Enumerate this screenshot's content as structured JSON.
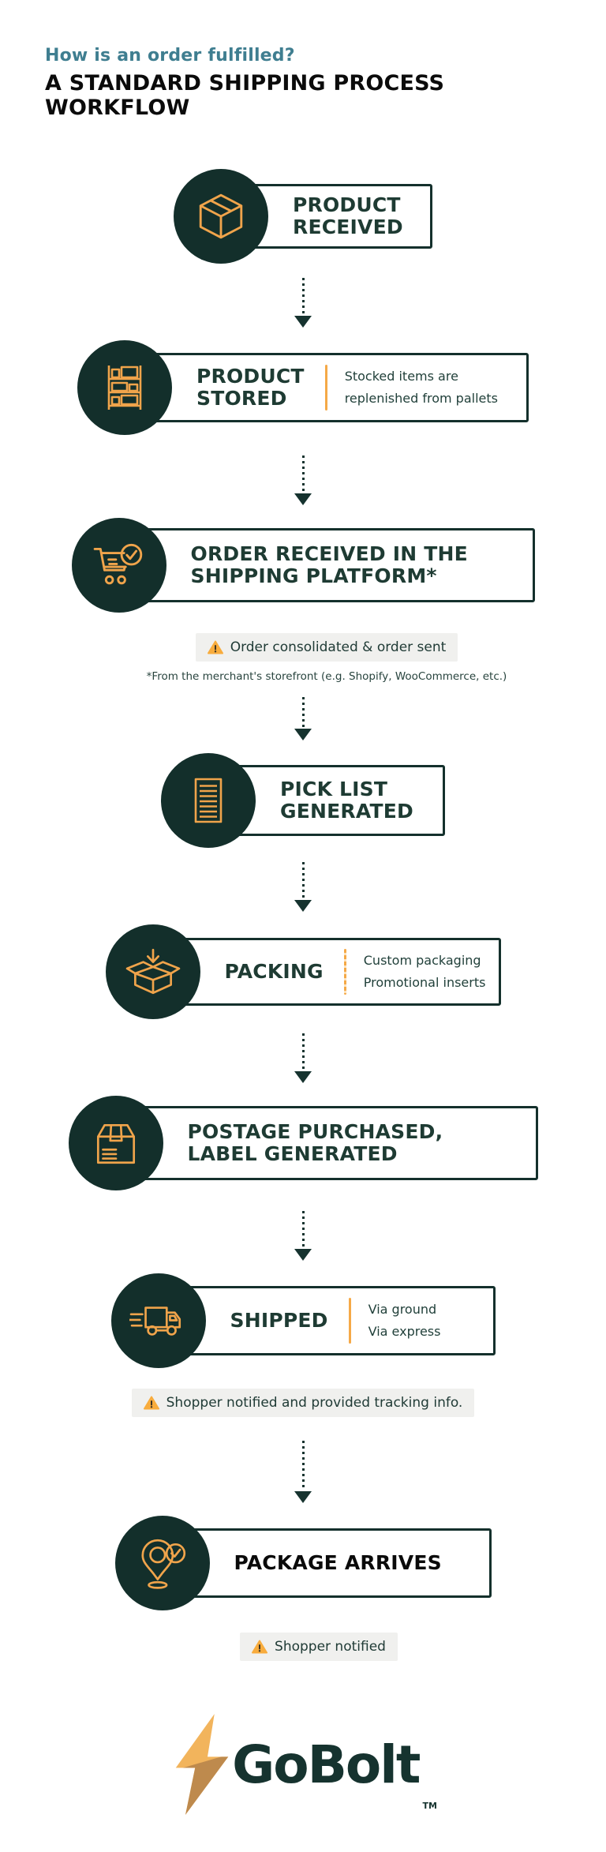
{
  "theme": {
    "dark_green": "#14302C",
    "accent_orange": "#F0A44B",
    "teal": "#3F7E90",
    "note_background": "#F0F0EE",
    "warning_yellow": "#F8AC3D"
  },
  "header": {
    "subtitle": "How is an order fulfilled?",
    "title": "A STANDARD SHIPPING PROCESS WORKFLOW"
  },
  "steps": [
    {
      "id": "product-received",
      "icon": "box-icon",
      "title_lines": [
        "PRODUCT",
        "RECEIVED"
      ]
    },
    {
      "id": "product-stored",
      "icon": "shelf-icon",
      "title_lines": [
        "PRODUCT",
        "STORED"
      ],
      "details": [
        "Stocked items are",
        "replenished from pallets"
      ]
    },
    {
      "id": "order-received-in-shipping-platform",
      "icon": "cart-check-icon",
      "title_lines": [
        "ORDER RECEIVED IN THE",
        "SHIPPING PLATFORM*"
      ],
      "note_icon": "warning-icon",
      "note": "Order consolidated & order sent",
      "footnote": "*From the merchant's storefront (e.g. Shopify, WooCommerce, etc.)"
    },
    {
      "id": "pick-list-generated",
      "icon": "pick-list-icon",
      "title_lines": [
        "PICK LIST",
        "GENERATED"
      ]
    },
    {
      "id": "packing",
      "icon": "open-box-icon",
      "title_lines": [
        "PACKING"
      ],
      "details": [
        "Custom packaging",
        "Promotional inserts"
      ]
    },
    {
      "id": "postage-purchased-label-generated",
      "icon": "parcel-icon",
      "title_lines": [
        "POSTAGE PURCHASED,",
        "LABEL GENERATED"
      ]
    },
    {
      "id": "shipped",
      "icon": "truck-icon",
      "title_lines": [
        "SHIPPED"
      ],
      "details": [
        "Via ground",
        "Via express"
      ],
      "note_icon": "warning-icon",
      "note": "Shopper notified and provided tracking info."
    },
    {
      "id": "package-arrives",
      "icon": "location-check-icon",
      "title_lines": [
        "PACKAGE ARRIVES"
      ],
      "note_icon": "warning-icon",
      "note": "Shopper notified"
    }
  ],
  "footer": {
    "logo_icon": "lightning-bolt-icon",
    "logo_text": "GoBolt",
    "trademark": "TM"
  }
}
